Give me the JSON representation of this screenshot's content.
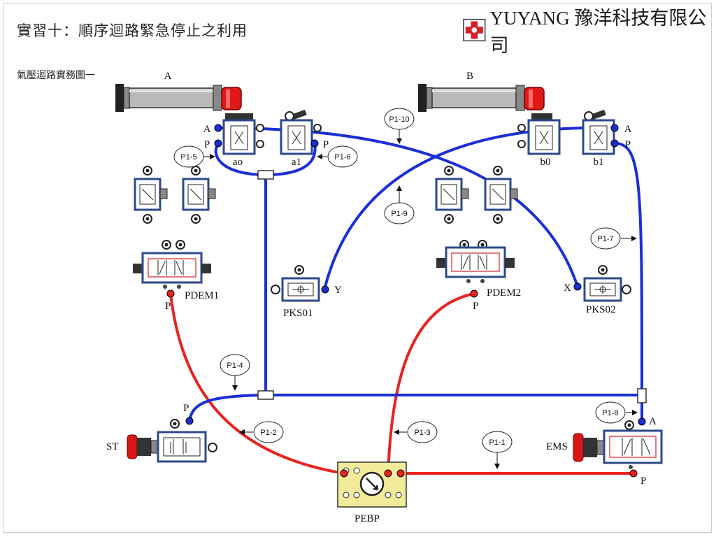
{
  "header": {
    "title": "實習十：順序迴路緊急停止之利用",
    "subtitle": "氣壓迴路實務圖一",
    "brand": "YUYANG 豫洋科技有限公司"
  },
  "cylinders": [
    {
      "id": "cyl-a",
      "label": "A"
    },
    {
      "id": "cyl-b",
      "label": "B"
    }
  ],
  "limit_valves": [
    {
      "id": "ao",
      "label": "ao"
    },
    {
      "id": "a1",
      "label": "a1"
    },
    {
      "id": "b0",
      "label": "b0"
    },
    {
      "id": "b1",
      "label": "b1"
    }
  ],
  "components": {
    "pdem1": "PDEM1",
    "pdem2": "PDEM2",
    "pks01": "PKS01",
    "pks02": "PKS02",
    "st": "ST",
    "ems": "EMS",
    "pebp": "PEBP"
  },
  "port_labels": {
    "ao_a": "A",
    "ao_p": "P",
    "a1_p": "P",
    "b1_a": "A",
    "b1_p": "P",
    "pdem1_p": "P",
    "pdem2_p": "P",
    "pks01_y": "Y",
    "pks02_x": "X",
    "st_p": "P",
    "ems_a": "A",
    "ems_p": "P"
  },
  "tubes": [
    {
      "id": "P1-1",
      "label": "P1-1",
      "color": "#e8231f"
    },
    {
      "id": "P1-2",
      "label": "P1-2",
      "color": "#e8231f"
    },
    {
      "id": "P1-3",
      "label": "P1-3",
      "color": "#e8231f"
    },
    {
      "id": "P1-4",
      "label": "P1-4",
      "color": "#1a2fd6"
    },
    {
      "id": "P1-5",
      "label": "P1-5",
      "color": "#1a2fd6"
    },
    {
      "id": "P1-6",
      "label": "P1-6",
      "color": "#1a2fd6"
    },
    {
      "id": "P1-7",
      "label": "P1-7",
      "color": "#1a2fd6"
    },
    {
      "id": "P1-8",
      "label": "P1-8",
      "color": "#1a2fd6"
    },
    {
      "id": "P1-9",
      "label": "P1-9",
      "color": "#1a2fd6"
    },
    {
      "id": "P1-10",
      "label": "P1-10",
      "color": "#1a2fd6"
    }
  ],
  "colors": {
    "supply_line": "#e8231f",
    "signal_line": "#1a2fd6",
    "valve_body": "#2c4a8a",
    "cylinder_body": "#b9b9b9",
    "cylinder_cap": "#e01818",
    "regulator_panel": "#f2ec9a",
    "brand_logo": "#d41f26"
  }
}
